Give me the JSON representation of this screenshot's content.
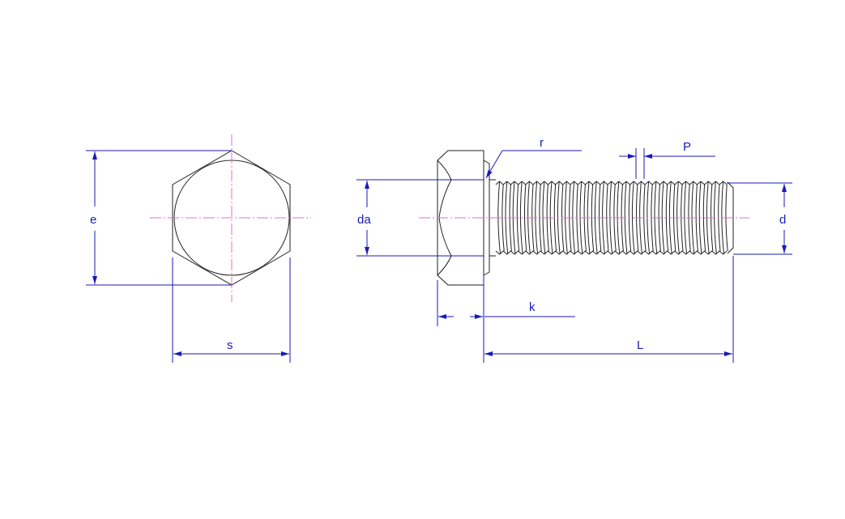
{
  "labels": {
    "e": "e",
    "s": "s",
    "da": "da",
    "k": "k",
    "r": "r",
    "p": "P",
    "d": "d",
    "L": "L"
  },
  "colors": {
    "outline": "#222222",
    "dimension": "#1a1ab8",
    "centerline": "#e070c8"
  }
}
